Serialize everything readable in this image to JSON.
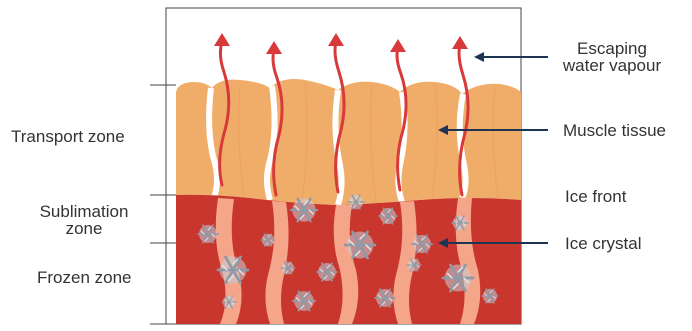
{
  "zones": {
    "transport": "Transport zone",
    "sublimation_line1": "Sublimation",
    "sublimation_line2": "zone",
    "frozen": "Frozen zone"
  },
  "callouts": {
    "vapour_line1": "Escaping",
    "vapour_line2": "water vapour",
    "muscle": "Muscle tissue",
    "ice_front": "Ice front",
    "ice_crystal": "Ice crystal"
  },
  "colors": {
    "muscle": "#f0ad6a",
    "frozen": "#c9362d",
    "channel": "#f4a58a",
    "vapour_arrow": "#d8393a",
    "callout_arrow": "#1d3553",
    "crystal": "#c7cfd8"
  },
  "icons": [
    "vapour-arrow-icon",
    "snowflake-icon",
    "callout-arrow-icon"
  ]
}
